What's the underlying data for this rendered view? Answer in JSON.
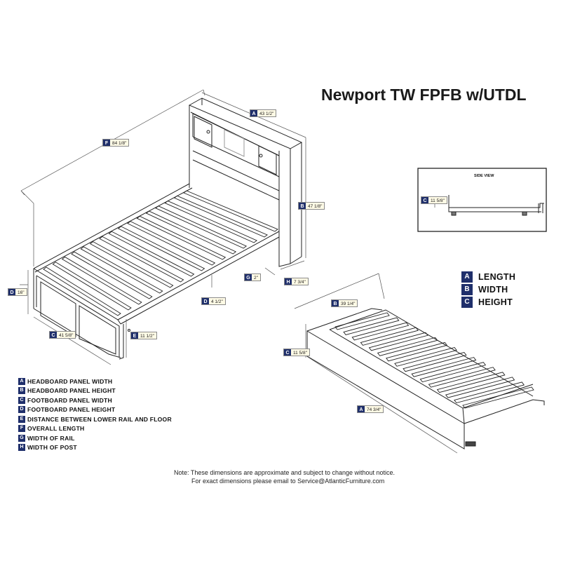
{
  "title": "Newport TW FPFB w/UTDL",
  "side_view_label": "SIDE VIEW",
  "dimensions": {
    "overall_length": {
      "letter": "F",
      "value": "84 1/8\""
    },
    "headboard_width": {
      "letter": "A",
      "value": "43 1/2\""
    },
    "headboard_height": {
      "letter": "B",
      "value": "47 1/8\""
    },
    "footboard_height": {
      "letter": "D",
      "value": "16\""
    },
    "rail_width": {
      "letter": "G",
      "value": "2\""
    },
    "post_width": {
      "letter": "H",
      "value": "7 3/4\""
    },
    "floor_gap": {
      "letter": "D",
      "value": "4 1/2\""
    },
    "footboard_width": {
      "letter": "C",
      "value": "41 5/8\""
    },
    "rail_floor": {
      "letter": "E",
      "value": "11 1/2\""
    },
    "side_height": {
      "letter": "C",
      "value": "11 5/8\""
    },
    "trundle_width": {
      "letter": "B",
      "value": "39 1/4\""
    },
    "trundle_height": {
      "letter": "C",
      "value": "11 5/8\""
    },
    "trundle_length": {
      "letter": "A",
      "value": "74 3/4\""
    }
  },
  "axis_key": [
    {
      "letter": "A",
      "label": "LENGTH"
    },
    {
      "letter": "B",
      "label": "WIDTH"
    },
    {
      "letter": "C",
      "label": "HEIGHT"
    }
  ],
  "legend": [
    {
      "letter": "A",
      "label": "HEADBOARD PANEL WIDTH"
    },
    {
      "letter": "B",
      "label": "HEADBOARD PANEL HEIGHT"
    },
    {
      "letter": "C",
      "label": "FOOTBOARD PANEL WIDTH"
    },
    {
      "letter": "D",
      "label": "FOOTBOARD PANEL HEIGHT"
    },
    {
      "letter": "E",
      "label": "DISTANCE BETWEEN LOWER RAIL AND FLOOR"
    },
    {
      "letter": "F",
      "label": "OVERALL LENGTH"
    },
    {
      "letter": "G",
      "label": "WIDTH OF RAIL"
    },
    {
      "letter": "H",
      "label": "WIDTH OF POST"
    }
  ],
  "note": {
    "line1": "Note: These dimensions are approximate and subject to change without notice.",
    "line2": "For exact dimensions please email to Service@AtlanticFurniture.com"
  }
}
